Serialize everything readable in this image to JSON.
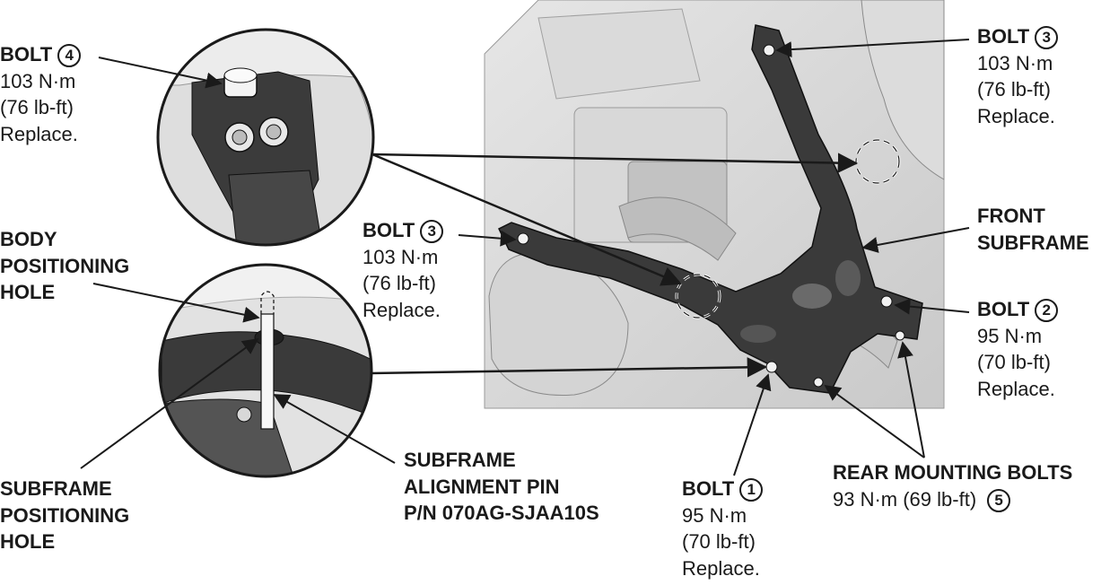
{
  "labels": {
    "bolt4": {
      "title": "BOLT",
      "num": "4",
      "torque": "103 N·m",
      "imperial": "(76 lb-ft)",
      "note": "Replace."
    },
    "bolt3_top": {
      "title": "BOLT",
      "num": "3",
      "torque": "103 N·m",
      "imperial": "(76 lb-ft)",
      "note": "Replace."
    },
    "bolt3_mid": {
      "title": "BOLT",
      "num": "3",
      "torque": "103 N·m",
      "imperial": "(76 lb-ft)",
      "note": "Replace."
    },
    "bolt2": {
      "title": "BOLT",
      "num": "2",
      "torque": "95 N·m",
      "imperial": "(70 lb-ft)",
      "note": "Replace."
    },
    "bolt1": {
      "title": "BOLT",
      "num": "1",
      "torque": "95 N·m",
      "imperial": "(70 lb-ft)",
      "note": "Replace."
    },
    "front_subframe": {
      "line1": "FRONT",
      "line2": "SUBFRAME"
    },
    "body_hole": {
      "line1": "BODY",
      "line2": "POSITIONING",
      "line3": "HOLE"
    },
    "subframe_hole": {
      "line1": "SUBFRAME",
      "line2": "POSITIONING",
      "line3": "HOLE"
    },
    "alignment_pin": {
      "line1": "SUBFRAME",
      "line2": "ALIGNMENT PIN",
      "line3": "P/N 070AG-SJAA10S"
    },
    "rear_bolts": {
      "title": "REAR MOUNTING BOLTS",
      "torque": "93 N·m (69 lb-ft)",
      "num": "5"
    }
  },
  "colors": {
    "ink": "#1a1a1a",
    "part_dark": "#3a3a3a",
    "engine_gray": "#cfcfcf",
    "background": "#ffffff"
  }
}
